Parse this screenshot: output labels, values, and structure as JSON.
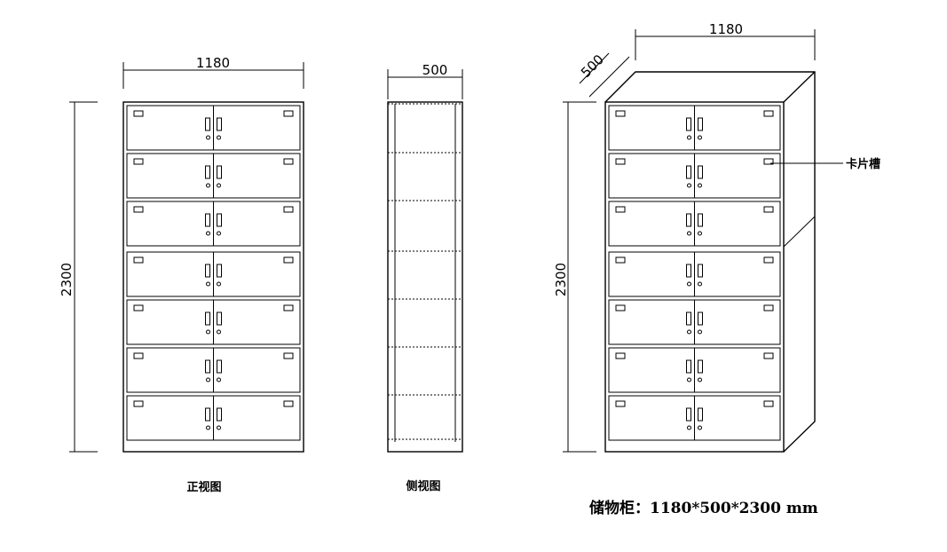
{
  "front_view": {
    "width_label": "1180",
    "height_label": "2300",
    "caption": "正视图"
  },
  "side_view": {
    "depth_label": "500",
    "caption": "侧视图"
  },
  "iso_view": {
    "width_label": "1180",
    "depth_label": "500",
    "height_label": "2300",
    "callout": "卡片槽"
  },
  "product_caption": "储物柜：1180*500*2300 mm",
  "rows": 7,
  "doors_per_row": 2
}
